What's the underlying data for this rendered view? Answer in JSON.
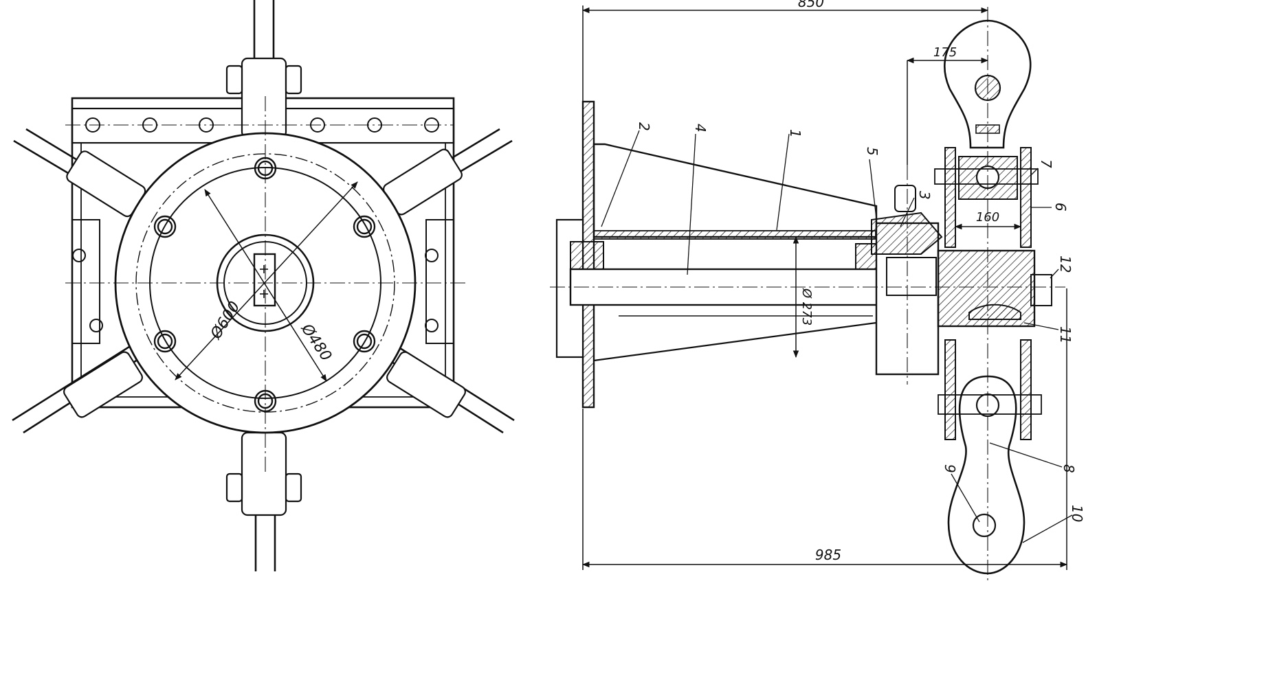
{
  "front_view": {
    "dim_outer": "Ø600",
    "dim_bolt_circle": "Ø480"
  },
  "side_view": {
    "dim_top": "850",
    "dim_bottom": "985",
    "dim_shaft": "Ø 273",
    "dim_pin_offset": "175",
    "dim_fork_width": "160",
    "part_numbers": [
      "1",
      "2",
      "3",
      "4",
      "5",
      "6",
      "7",
      "8",
      "9",
      "10",
      "11",
      "12"
    ]
  },
  "colors": {
    "ink": "#111111",
    "paper": "#ffffff"
  }
}
